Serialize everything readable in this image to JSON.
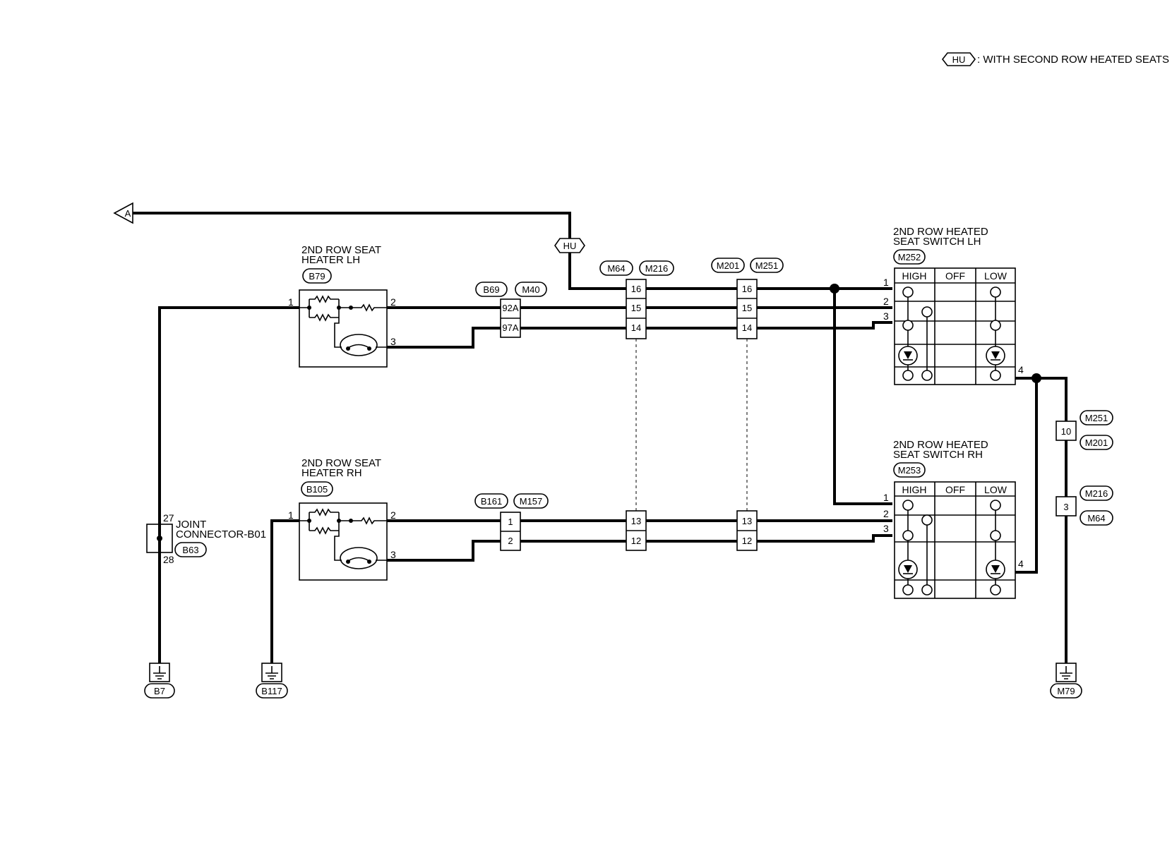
{
  "legend": {
    "tag": "HU",
    "text": ": WITH SECOND ROW HEATED SEATS"
  },
  "connector_a": "A",
  "hu_tag": "HU",
  "heater_lh": {
    "title1": "2ND ROW SEAT",
    "title2": "HEATER LH",
    "id": "B79",
    "pin1": "1",
    "pin2": "2",
    "pin3": "3"
  },
  "heater_rh": {
    "title1": "2ND ROW SEAT",
    "title2": "HEATER RH",
    "id": "B105",
    "pin1": "1",
    "pin2": "2",
    "pin3": "3"
  },
  "conn_b69": {
    "id1": "B69",
    "id2": "M40",
    "pins": [
      "92A",
      "97A"
    ]
  },
  "conn_b161": {
    "id1": "B161",
    "id2": "M157",
    "pins": [
      "1",
      "2"
    ]
  },
  "conn_m64": {
    "id1": "M64",
    "id2": "M216",
    "pins_top": [
      "16",
      "15",
      "14"
    ],
    "pins_bottom": [
      "13",
      "12"
    ]
  },
  "conn_m201": {
    "id1": "M201",
    "id2": "M251",
    "pins_top": [
      "16",
      "15",
      "14"
    ],
    "pins_bottom": [
      "13",
      "12"
    ]
  },
  "switch_lh": {
    "title1": "2ND ROW HEATED",
    "title2": "SEAT SWITCH LH",
    "id": "M252",
    "headers": [
      "HIGH",
      "OFF",
      "LOW"
    ],
    "pins": [
      "1",
      "2",
      "3",
      "4"
    ]
  },
  "switch_rh": {
    "title1": "2ND ROW HEATED",
    "title2": "SEAT SWITCH RH",
    "id": "M253",
    "headers": [
      "HIGH",
      "OFF",
      "LOW"
    ],
    "pins": [
      "1",
      "2",
      "3",
      "4"
    ]
  },
  "joint": {
    "title1": "JOINT",
    "title2": "CONNECTOR-B01",
    "id": "B63",
    "pin_top": "27",
    "pin_bottom": "28"
  },
  "inline_10": {
    "pin": "10",
    "id1": "M251",
    "id2": "M201"
  },
  "inline_3": {
    "pin": "3",
    "id1": "M216",
    "id2": "M64"
  },
  "grounds": {
    "g1": "B7",
    "g2": "B117",
    "g3": "M79"
  }
}
